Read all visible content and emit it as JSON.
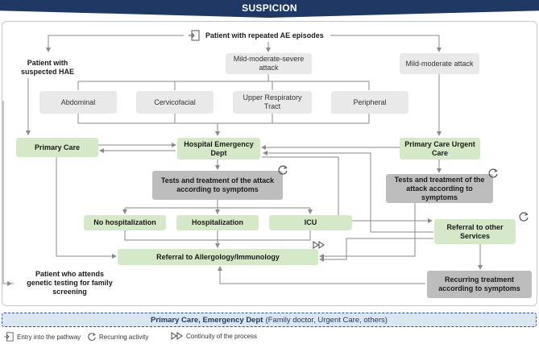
{
  "banner": {
    "title": "SUSPICION"
  },
  "entry": {
    "label": "Patient with repeated AE episodes"
  },
  "nodes": {
    "suspected_hae": "Patient with suspected HAE",
    "mild_mod_severe": "Mild-moderate-severe attack",
    "mild_mod": "Mild-moderate attack",
    "abdominal": "Abdominal",
    "cervicofacial": "Cervicofacial",
    "upper_resp": "Upper Respiratory Tract",
    "peripheral": "Peripheral",
    "primary_care": "Primary Care",
    "hospital_ed": "Hospital Emergency Dept",
    "primary_urgent": "Primary Care Urgent Care",
    "tests_left": "Tests and treatment of the attack according to symptoms",
    "tests_right": "Tests and treatment of the attack according to symptoms",
    "no_hosp": "No hospitalization",
    "hosp": "Hospitalization",
    "icu": "ICU",
    "referral_other": "Referral to other Services",
    "referral_allergy": "Referral to Allergology/Immunology",
    "genetic": "Patient who attends genetic testing for family screening",
    "recurring_treatment": "Recurring treatment according to symptoms"
  },
  "footer": {
    "bold": "Primary Care, Emergency Dept",
    "rest": "(Family doctor, Urgent Care, others)"
  },
  "legend": {
    "entry": "Entry into the pathway",
    "recurring": "Recurring activity",
    "continuity": "Continuity of the process"
  }
}
